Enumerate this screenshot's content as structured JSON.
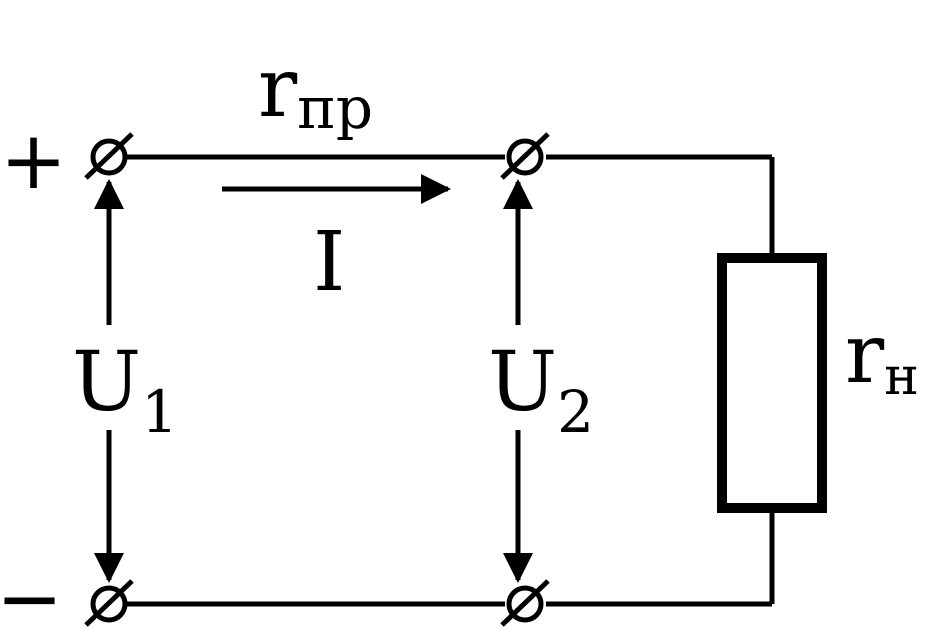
{
  "diagram": {
    "polarity": {
      "plus": "+",
      "minus": "−"
    },
    "labels": {
      "line_resistance": {
        "main": "r",
        "sub": "пр"
      },
      "current": "I",
      "voltage_source": {
        "main": "U",
        "sub": "1"
      },
      "voltage_load": {
        "main": "U",
        "sub": "2"
      },
      "load_resistance": {
        "main": "r",
        "sub": "н"
      }
    },
    "colors": {
      "stroke": "#000000",
      "background": "#ffffff"
    }
  }
}
